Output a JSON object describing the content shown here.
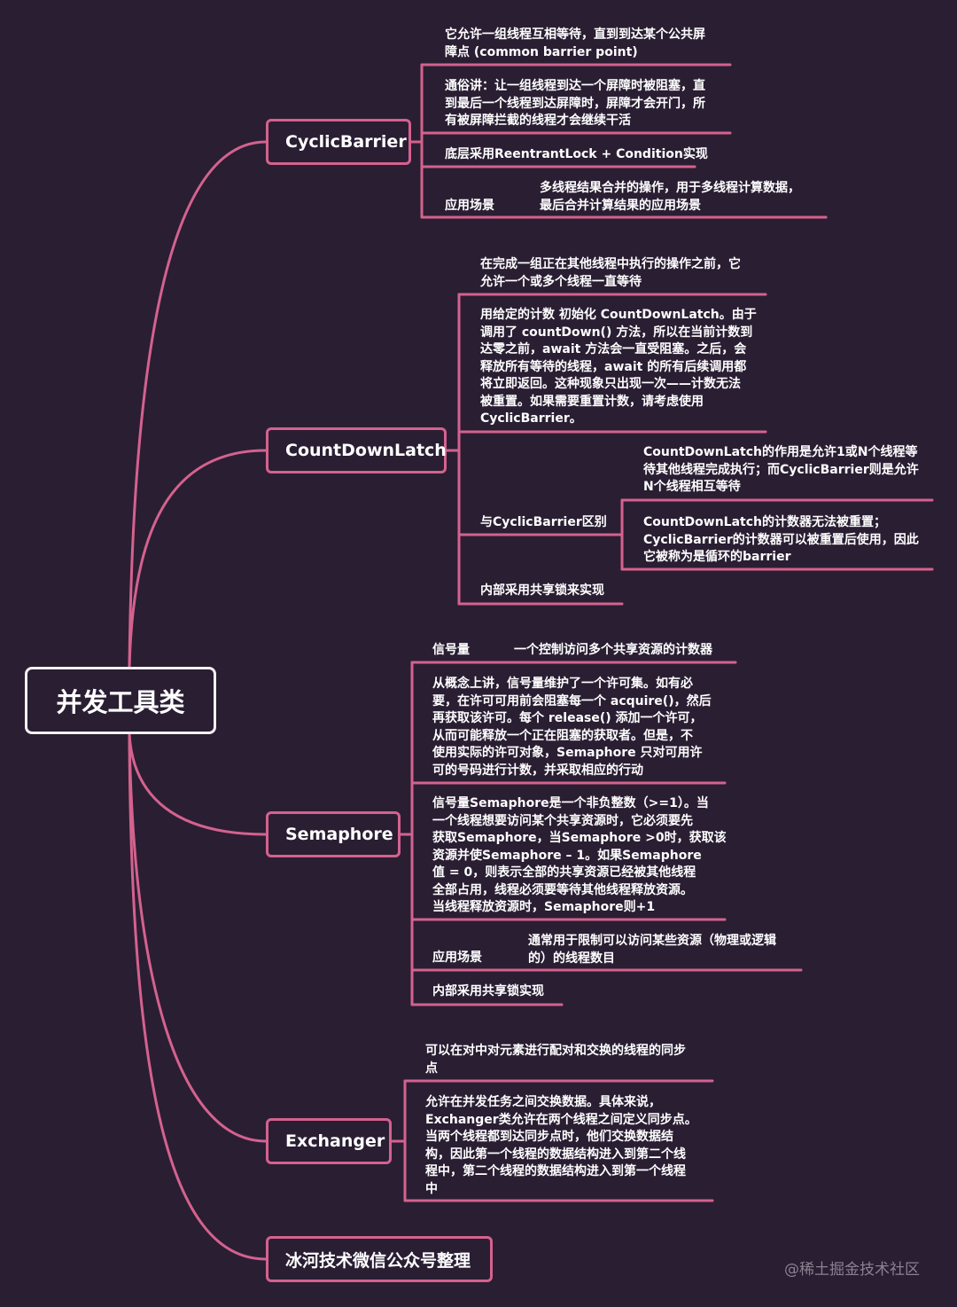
{
  "root": {
    "title": "并发工具类"
  },
  "branches": {
    "cyclic": {
      "title": "CyclicBarrier",
      "desc1": [
        "它允许一组线程互相等待，直到到达某个公共屏",
        "障点 (common barrier point)"
      ],
      "desc2": [
        "通俗讲：让一组线程到达一个屏障时被阻塞，直",
        "到最后一个线程到达屏障时，屏障才会开门，所",
        "有被屏障拦截的线程才会继续干活"
      ],
      "impl": "底层采用ReentrantLock + Condition实现",
      "scene_label": "应用场景",
      "scene": [
        "多线程结果合并的操作，用于多线程计算数据，",
        "最后合并计算结果的应用场景"
      ]
    },
    "latch": {
      "title": "CountDownLatch",
      "desc1": [
        "在完成一组正在其他线程中执行的操作之前，它",
        "允许一个或多个线程一直等待"
      ],
      "desc2": [
        "用给定的计数 初始化 CountDownLatch。由于",
        "调用了 countDown() 方法，所以在当前计数到",
        "达零之前，await 方法会一直受阻塞。之后，会",
        "释放所有等待的线程，await 的所有后续调用都",
        "将立即返回。这种现象只出现一次——计数无法",
        "被重置。如果需要重置计数，请考虑使用",
        "CyclicBarrier。"
      ],
      "diff_label": "与CyclicBarrier区别",
      "diff1": [
        "CountDownLatch的作用是允许1或N个线程等",
        "待其他线程完成执行；而CyclicBarrier则是允许",
        "N个线程相互等待"
      ],
      "diff2": [
        "CountDownLatch的计数器无法被重置；",
        "CyclicBarrier的计数器可以被重置后使用，因此",
        "它被称为是循环的barrier"
      ],
      "impl": "内部采用共享锁来实现"
    },
    "semaphore": {
      "title": "Semaphore",
      "def_label": "信号量",
      "def": "一个控制访问多个共享资源的计数器",
      "desc1": [
        "从概念上讲，信号量维护了一个许可集。如有必",
        "要，在许可可用前会阻塞每一个 acquire()，然后",
        "再获取该许可。每个 release() 添加一个许可，",
        "从而可能释放一个正在阻塞的获取者。但是，不",
        "使用实际的许可对象，Semaphore 只对可用许",
        "可的号码进行计数，并采取相应的行动"
      ],
      "desc2": [
        "信号量Semaphore是一个非负整数（>=1）。当",
        "一个线程想要访问某个共享资源时，它必须要先",
        "获取Semaphore，当Semaphore >0时，获取该",
        "资源并使Semaphore – 1。如果Semaphore",
        "值 = 0，则表示全部的共享资源已经被其他线程",
        "全部占用，线程必须要等待其他线程释放资源。",
        "当线程释放资源时，Semaphore则+1"
      ],
      "scene_label": "应用场景",
      "scene": [
        "通常用于限制可以访问某些资源（物理或逻辑",
        "的）的线程数目"
      ],
      "impl": "内部采用共享锁实现"
    },
    "exchanger": {
      "title": "Exchanger",
      "desc1": [
        "可以在对中对元素进行配对和交换的线程的同步",
        "点"
      ],
      "desc2": [
        "允许在并发任务之间交换数据。具体来说，",
        "Exchanger类允许在两个线程之间定义同步点。",
        "当两个线程都到达同步点时，他们交换数据结",
        "构，因此第一个线程的数据结构进入到第二个线",
        "程中，第二个线程的数据结构进入到第一个线程",
        "中"
      ]
    },
    "credit": {
      "title": "冰河技术微信公众号整理"
    }
  },
  "watermark": "@稀土掘金技术社区",
  "colors": {
    "background": "#2a1e33",
    "accent": "#d4628e",
    "text": "#ffffff",
    "root_border": "#f2f2f2"
  }
}
